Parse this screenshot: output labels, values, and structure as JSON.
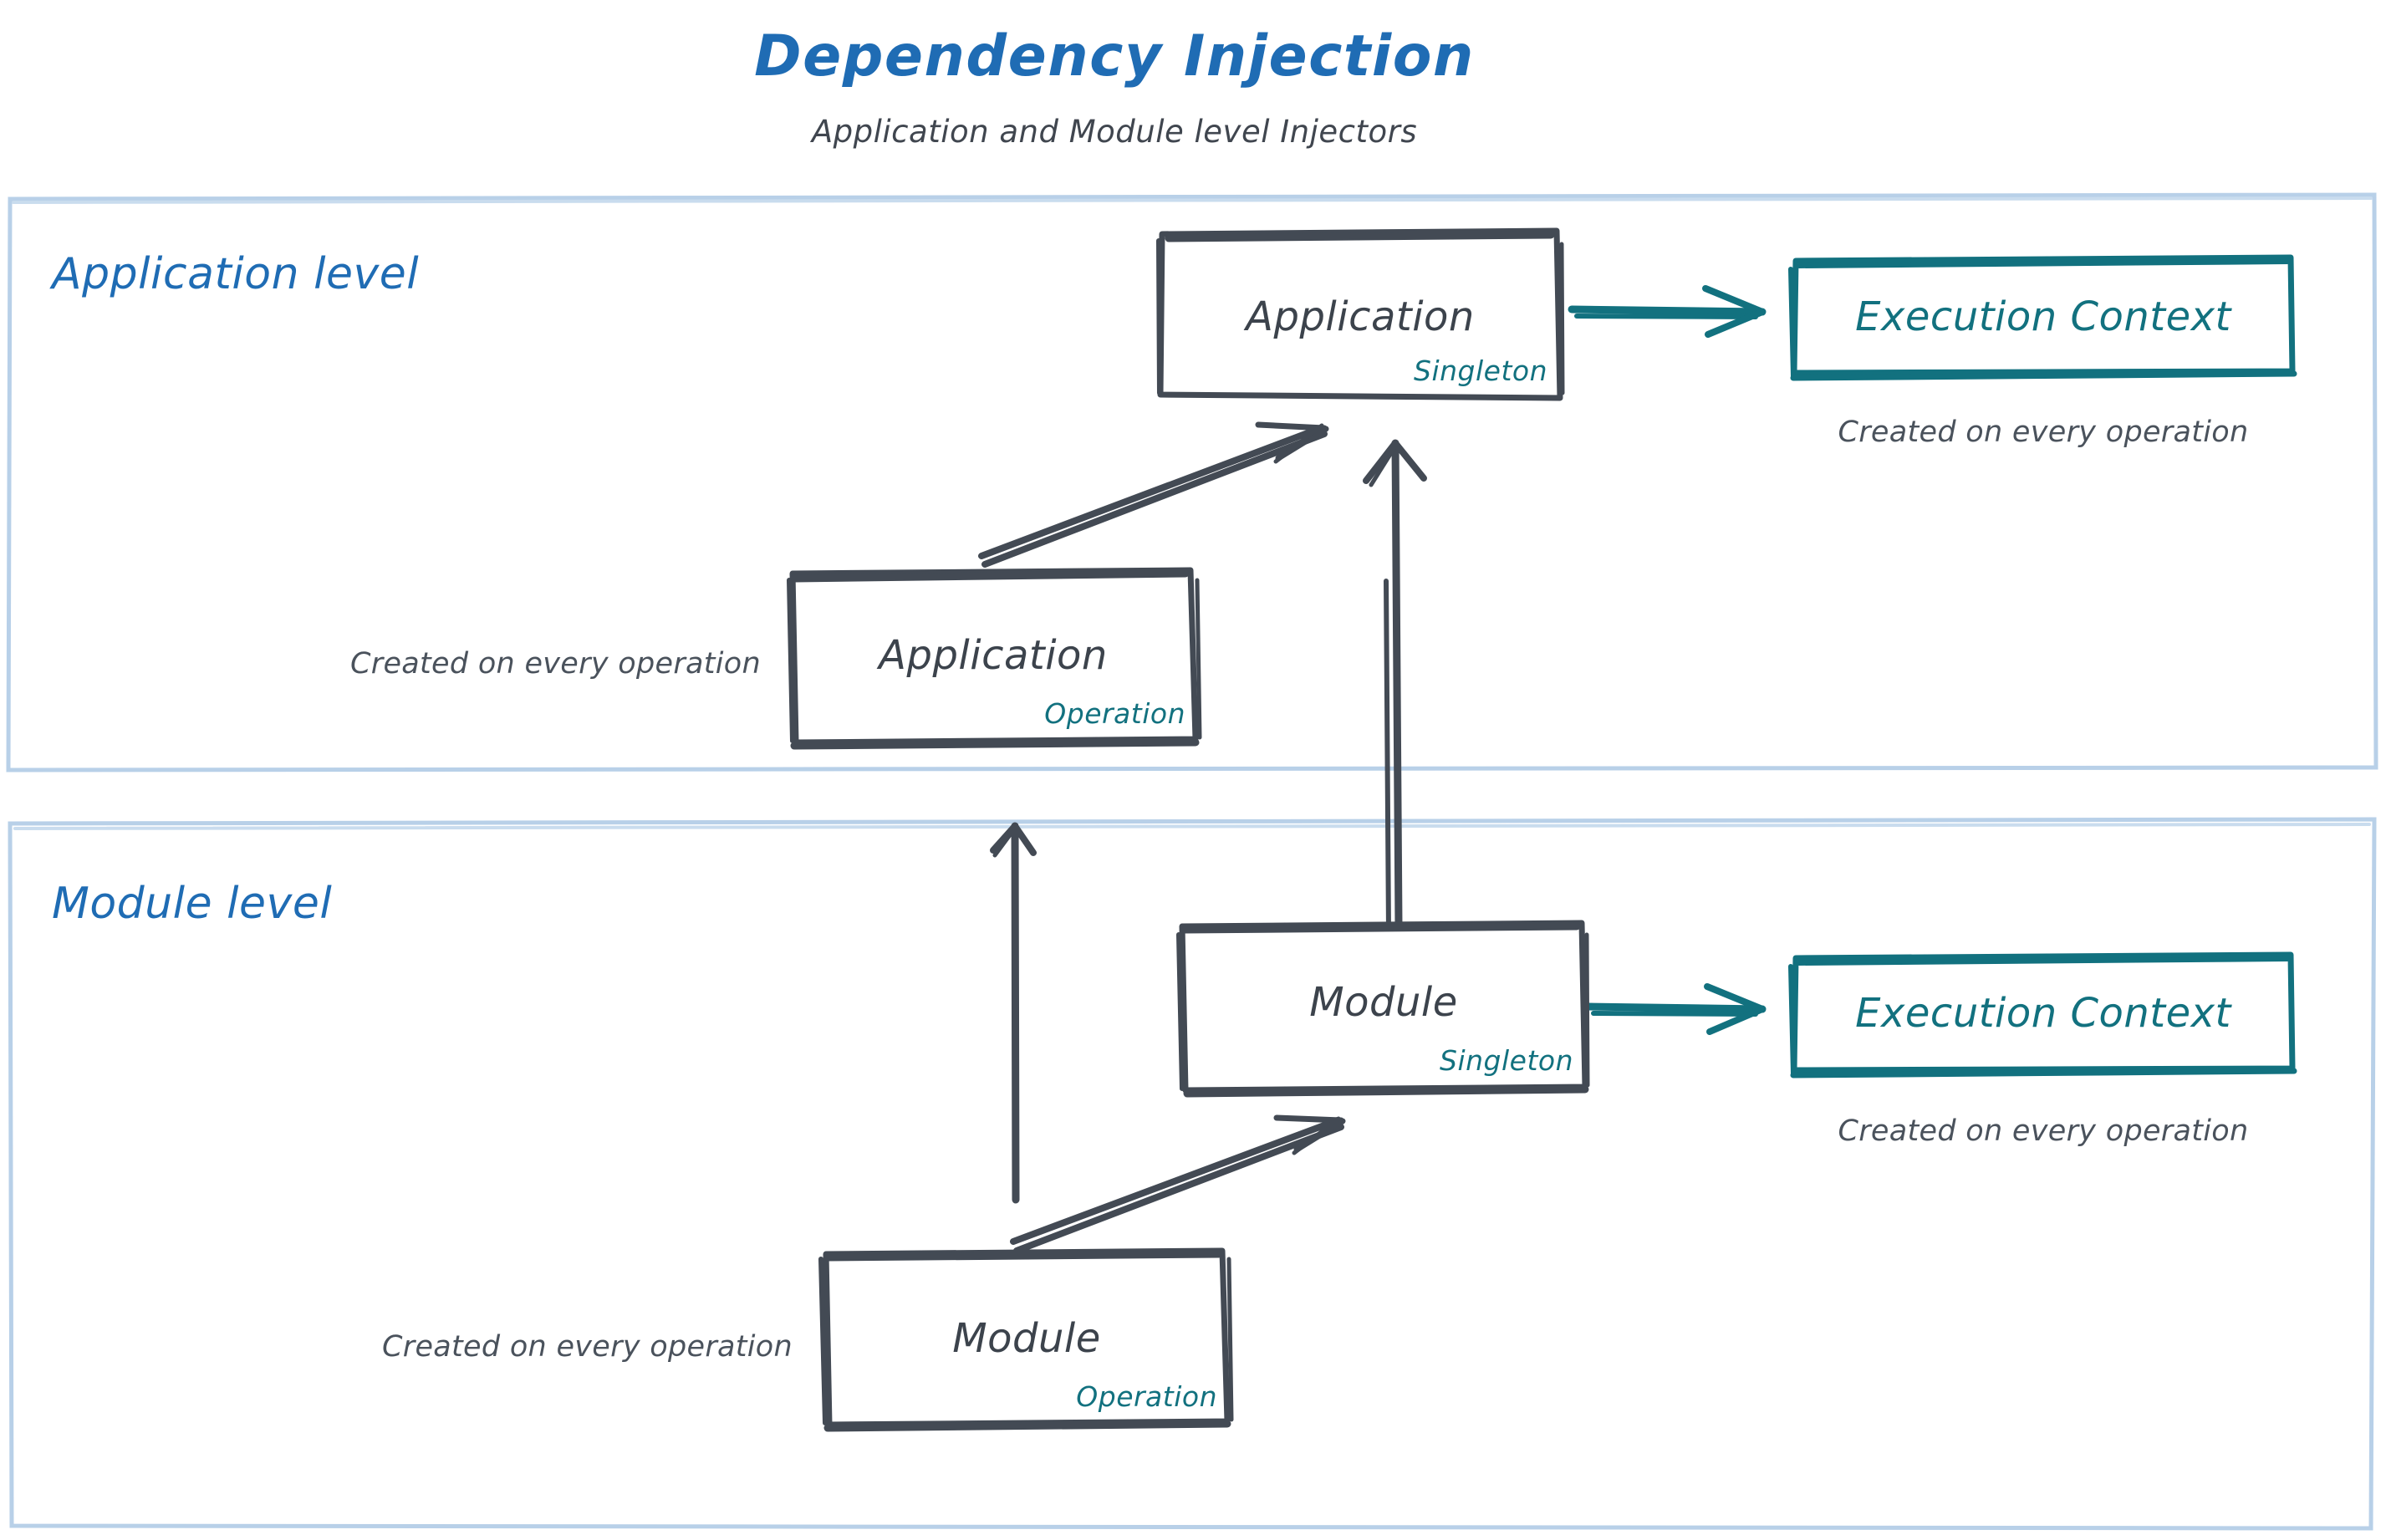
{
  "header": {
    "title": "Dependency Injection",
    "subtitle": "Application and Module level Injectors",
    "title_color": "#1f6cb4",
    "subtitle_color": "#40464f"
  },
  "colors": {
    "accent_blue": "#1f6cb4",
    "container_border": "#b8d0e8",
    "box_stroke": "#434a54",
    "box_text": "#3c434c",
    "teal": "#12717f",
    "caption": "#4a525c",
    "background": "#ffffff"
  },
  "containers": [
    {
      "id": "application-level",
      "label": "Application level",
      "label_color": "#1f6cb4"
    },
    {
      "id": "module-level",
      "label": "Module level",
      "label_color": "#1f6cb4"
    }
  ],
  "nodes": [
    {
      "id": "application-singleton",
      "title": "Application",
      "scope": "Singleton",
      "container": "application-level",
      "title_color": "#3c434c",
      "scope_color": "#12717f"
    },
    {
      "id": "application-operation",
      "title": "Application",
      "scope": "Operation",
      "container": "application-level",
      "title_color": "#3c434c",
      "scope_color": "#12717f"
    },
    {
      "id": "execution-context-application",
      "title": "Execution Context",
      "scope": "",
      "container": "application-level",
      "title_color": "#12717f",
      "scope_color": "#12717f"
    },
    {
      "id": "module-singleton",
      "title": "Module",
      "scope": "Singleton",
      "container": "module-level",
      "title_color": "#3c434c",
      "scope_color": "#12717f"
    },
    {
      "id": "module-operation",
      "title": "Module",
      "scope": "Operation",
      "container": "module-level",
      "title_color": "#3c434c",
      "scope_color": "#12717f"
    },
    {
      "id": "execution-context-module",
      "title": "Execution Context",
      "scope": "",
      "container": "module-level",
      "title_color": "#12717f",
      "scope_color": "#12717f"
    }
  ],
  "captions": [
    {
      "id": "caption-execution-context-application",
      "text": "Created on every operation"
    },
    {
      "id": "caption-application-operation",
      "text": "Created on every operation"
    },
    {
      "id": "caption-execution-context-module",
      "text": "Created on every operation"
    },
    {
      "id": "caption-module-operation",
      "text": "Created on every operation"
    }
  ],
  "edges": [
    {
      "id": "edge-app-singleton-to-exec-context",
      "from": "application-singleton",
      "to": "execution-context-application",
      "color": "#12717f",
      "style": "solid-arrow"
    },
    {
      "id": "edge-app-operation-to-app-singleton",
      "from": "application-operation",
      "to": "application-singleton",
      "color": "#434a54",
      "style": "double-line-arrow"
    },
    {
      "id": "edge-module-singleton-to-app-singleton",
      "from": "module-singleton",
      "to": "application-singleton",
      "color": "#434a54",
      "style": "double-line-arrow"
    },
    {
      "id": "edge-module-operation-to-app-operation",
      "from": "module-operation",
      "to": "application-operation",
      "color": "#434a54",
      "style": "solid-arrow"
    },
    {
      "id": "edge-module-operation-to-module-singleton",
      "from": "module-operation",
      "to": "module-singleton",
      "color": "#434a54",
      "style": "double-line-arrow"
    },
    {
      "id": "edge-module-singleton-to-exec-context",
      "from": "module-singleton",
      "to": "execution-context-module",
      "color": "#12717f",
      "style": "solid-arrow"
    }
  ]
}
